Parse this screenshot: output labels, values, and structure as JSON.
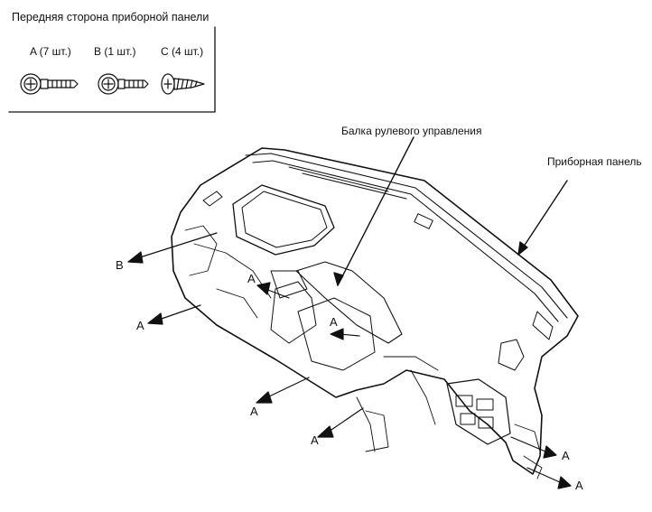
{
  "legend": {
    "title": "Передняя сторона приборной панели",
    "fasteners": [
      {
        "label": "A (7 шт.)"
      },
      {
        "label": "B (1 шт.)"
      },
      {
        "label": "C (4 шт.)"
      }
    ]
  },
  "callouts": {
    "steering_beam": "Балка рулевого управления",
    "dash_panel": "Приборная панель",
    "letter_b": "B",
    "letter_a": "A"
  },
  "colors": {
    "line": "#111111",
    "background": "#ffffff"
  }
}
